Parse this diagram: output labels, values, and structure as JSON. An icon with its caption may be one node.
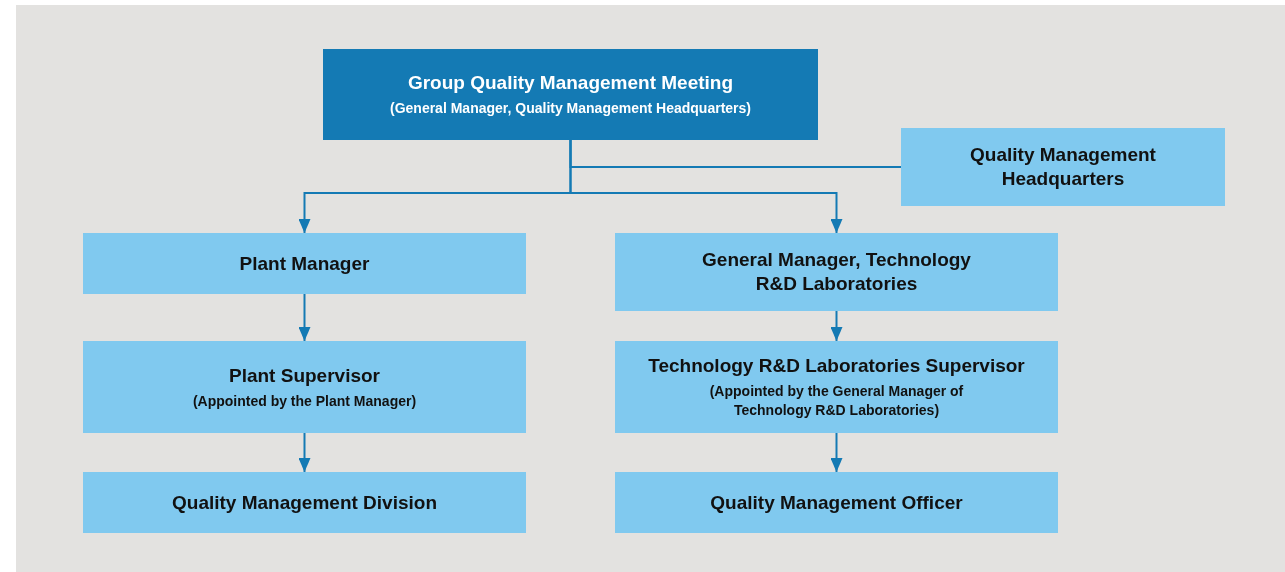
{
  "diagram": {
    "nodes": [
      {
        "text": [
          "Group Quality Management Meeting",
          "(General Manager, Quality Management Headquarters)"
        ]
      },
      {
        "text": [
          "Quality Management Headquarters"
        ]
      },
      {
        "text": [
          "Plant Manager"
        ]
      },
      {
        "text": [
          "General Manager, Technology R&D Laboratories"
        ]
      },
      {
        "text": [
          "Plant Supervisor",
          "(Appointed by the Plant Manager)"
        ]
      },
      {
        "text": [
          "Technology R&D Laboratories Supervisor",
          "(Appointed by the General Manager of Technology R&D Laboratories)"
        ]
      },
      {
        "text": [
          "Quality Management Division"
        ]
      },
      {
        "text": [
          "Quality Management Officer"
        ]
      }
    ],
    "edges": [
      {
        "from": 0,
        "to": 1,
        "arrow": "none"
      },
      {
        "from": 0,
        "to": 2,
        "arrow": "to"
      },
      {
        "from": 0,
        "to": 3,
        "arrow": "to"
      },
      {
        "from": 2,
        "to": 4,
        "arrow": "to"
      },
      {
        "from": 4,
        "to": 6,
        "arrow": "to"
      },
      {
        "from": 3,
        "to": 5,
        "arrow": "to"
      },
      {
        "from": 5,
        "to": 7,
        "arrow": "to"
      }
    ]
  }
}
